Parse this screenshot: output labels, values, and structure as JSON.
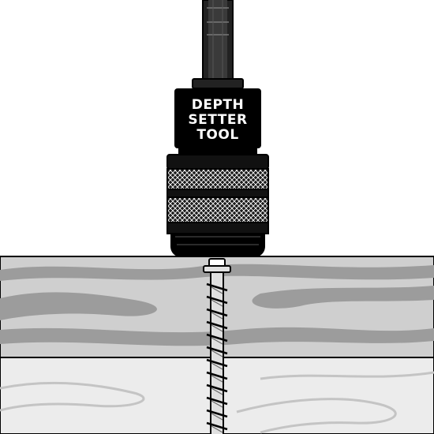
{
  "label": {
    "line1": "DEPTH",
    "line2": "SETTER",
    "line3": "TOOL"
  },
  "colors": {
    "outline": "#000000",
    "tool_body": "#000000",
    "bit_metal": "#222222",
    "upper_board": "#cfcfcf",
    "upper_board_grain": "#9c9c9c",
    "lower_board": "#ececec",
    "lower_board_grain": "#c4c4c4",
    "screw_body": "#e0e0e0",
    "screw_thread": "#6a6a6a",
    "background": "#ffffff"
  },
  "icons": [
    "hex-shank-icon",
    "knurled-collar-icon",
    "screw-icon",
    "wood-board-icon"
  ]
}
